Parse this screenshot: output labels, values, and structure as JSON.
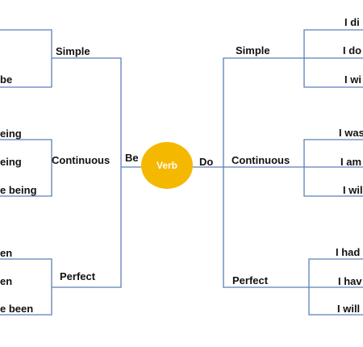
{
  "center": {
    "label": "Verb"
  },
  "branches": {
    "left_label": "Be",
    "right_label": "Do"
  },
  "left": {
    "simple": {
      "label": "Simple",
      "leaves": [
        "be"
      ]
    },
    "continuous": {
      "label": "Continuous",
      "leaves": [
        "eing",
        "eing",
        "e being"
      ]
    },
    "perfect": {
      "label": "Perfect",
      "leaves": [
        "en",
        "en",
        "e been"
      ]
    }
  },
  "right": {
    "simple": {
      "label": "Simple",
      "leaves": [
        "I di",
        "I do",
        "I wi"
      ]
    },
    "continuous": {
      "label": "Continuous",
      "leaves": [
        "I was",
        "I am",
        "I wil"
      ]
    },
    "perfect": {
      "label": "Perfect",
      "leaves": [
        "I had",
        "I hav",
        "I will"
      ]
    }
  },
  "colors": {
    "lines": "#5b7fb8",
    "verb_fill": "#f5b800"
  }
}
